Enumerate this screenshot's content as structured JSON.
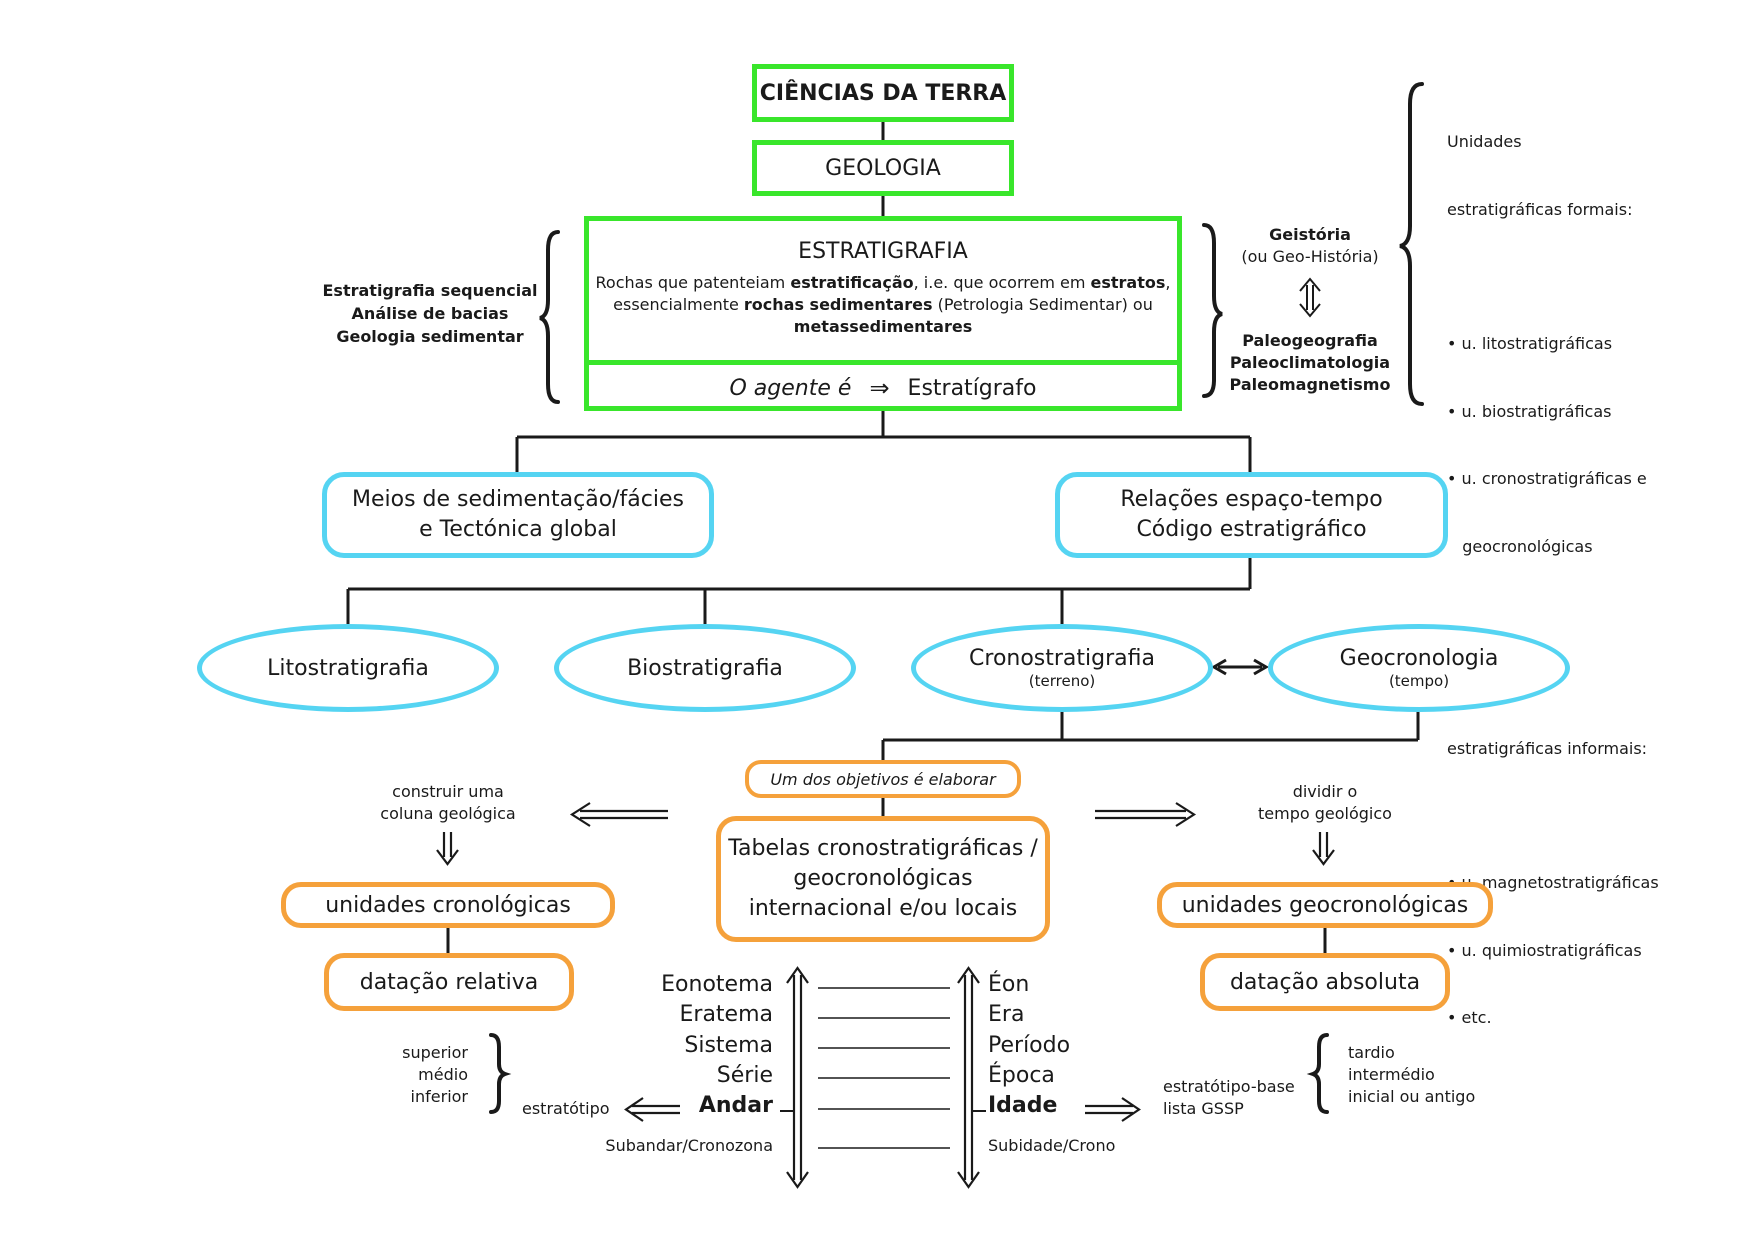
{
  "top": {
    "ciencias": "CIÊNCIAS DA TERRA",
    "geologia": "GEOLOGIA"
  },
  "estratigrafia": {
    "title": "ESTRATIGRAFIA",
    "d1": "Rochas que patenteiam ",
    "d2": "estratificação",
    "d3": ", i.e. que ocorrem em ",
    "d4": "estratos",
    "d5": ",",
    "d6": "essencialmente ",
    "d7": "rochas sedimentares",
    "d8": " (Petrologia Sedimentar) ou",
    "d9": "metassedimentares",
    "agent_label": "O agente é",
    "agent_arrow": "⇒",
    "agent_value": "Estratígrafo"
  },
  "left_related": [
    "Estratigrafia sequencial",
    "Análise de bacias",
    "Geologia sedimentar"
  ],
  "right_related": {
    "geistoria": "Geistória",
    "geistoria_sub": "(ou Geo-História)",
    "items": [
      "Paleogeografia",
      "Paleoclimatologia",
      "Paleomagnetismo"
    ]
  },
  "units": {
    "formal_title_1": "Unidades",
    "formal_title_2": "estratigráficas formais:",
    "formal": [
      "• u. litostratigráficas",
      "• u. biostratigráficas",
      "• u. cronostratigráficas e",
      "   geocronológicas"
    ],
    "informal_title_1": "Unidades",
    "informal_title_2": "estratigráficas informais:",
    "informal": [
      "• u. magnetostratigráficas",
      "• u. quimiostratigráficas",
      "• etc."
    ]
  },
  "blue": {
    "meios_1": "Meios de sedimentação/fácies",
    "meios_2": "e Tectónica global",
    "relacoes_1": "Relações espaço-tempo",
    "relacoes_2": "Código estratigráfico"
  },
  "ellipses": {
    "lito": "Litostratigrafia",
    "bio": "Biostratigrafia",
    "crono": "Cronostratigrafia",
    "crono_sub": "(terreno)",
    "geo": "Geocronologia",
    "geo_sub": "(tempo)"
  },
  "orange": {
    "objetivo": "Um dos objetivos é elaborar",
    "tabelas_1": "Tabelas cronostratigráficas /",
    "tabelas_2": "geocronológicas",
    "tabelas_3": "internacional e/ou locais",
    "unid_crono": "unidades cronológicas",
    "datacao_rel": "datação relativa",
    "unid_geo": "unidades geocronológicas",
    "datacao_abs": "datação absoluta"
  },
  "left_notes": {
    "construir_1": "construir uma",
    "construir_2": "coluna geológica",
    "qualif": [
      "superior",
      "médio",
      "inferior"
    ],
    "estratotipo": "estratótipo"
  },
  "right_notes": {
    "dividir_1": "dividir o",
    "dividir_2": "tempo geológico",
    "qualif": [
      "tardio",
      "intermédio",
      "inicial ou antigo"
    ],
    "base_1": "estratótipo-base",
    "base_2": "lista GSSP"
  },
  "crono_units": [
    "Eonotema",
    "Eratema",
    "Sistema",
    "Série",
    "Andar"
  ],
  "crono_sub": "Subandar/Cronozona",
  "geo_units": [
    "Éon",
    "Era",
    "Período",
    "Época",
    "Idade"
  ],
  "geo_sub": "Subidade/Crono"
}
